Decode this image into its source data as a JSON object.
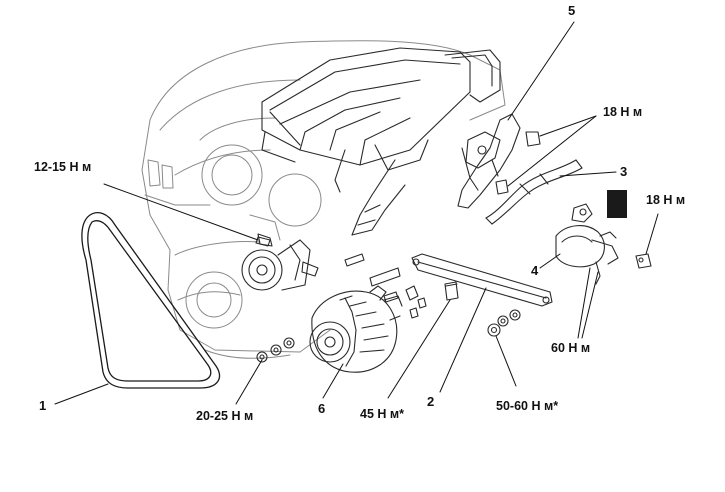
{
  "labels": {
    "part1": "1",
    "part2": "2",
    "part3": "3",
    "part4": "4",
    "part5": "5",
    "part6": "6",
    "t_12_15": "12-15 Н м",
    "t_18_top": "18 Н м",
    "t_18_right": "18 Н м",
    "t_20_25": "20-25 Н м",
    "t_45": "45 Н м*",
    "t_50_60": "50-60 Н м*",
    "t_60": "60 Н м"
  },
  "colors": {
    "ink": "#111111",
    "sketch": "#2a2a2a",
    "faint": "#9a9a9a",
    "block": "#1a1a1a"
  }
}
